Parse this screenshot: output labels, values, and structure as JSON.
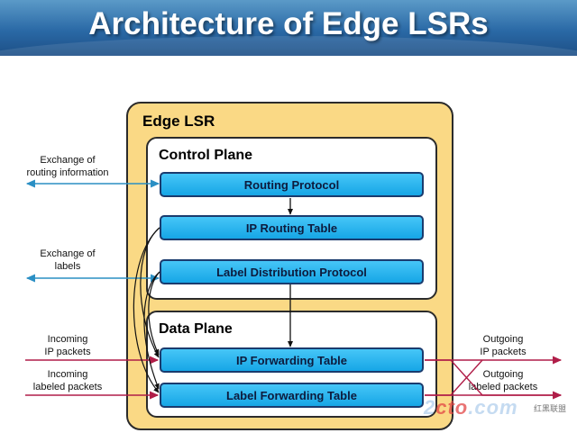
{
  "title": "Architecture of Edge LSRs",
  "edge_lsr": {
    "label": "Edge LSR"
  },
  "control_plane": {
    "label": "Control Plane",
    "boxes": [
      "Routing Protocol",
      "IP Routing Table",
      "Label Distribution Protocol"
    ]
  },
  "data_plane": {
    "label": "Data Plane",
    "boxes": [
      "IP Forwarding Table",
      "Label Forwarding Table"
    ]
  },
  "left_labels": {
    "routing_info": [
      "Exchange of",
      "routing information"
    ],
    "labels": [
      "Exchange of",
      "labels"
    ],
    "incoming_ip": [
      "Incoming",
      "IP packets"
    ],
    "incoming_labeled": [
      "Incoming",
      "labeled packets"
    ]
  },
  "right_labels": {
    "outgoing_ip": [
      "Outgoing",
      "IP packets"
    ],
    "outgoing_labeled": [
      "Outgoing",
      "labeled packets"
    ]
  },
  "watermark": {
    "main_a": "2",
    "main_b": "cto",
    "main_c": ".com",
    "small": "红黑联盟"
  },
  "colors": {
    "accent_cyan": "#16a6e6",
    "arrow_blue": "#2a8fc4",
    "arrow_red": "#b01d48",
    "edge_fill": "#fad985"
  }
}
